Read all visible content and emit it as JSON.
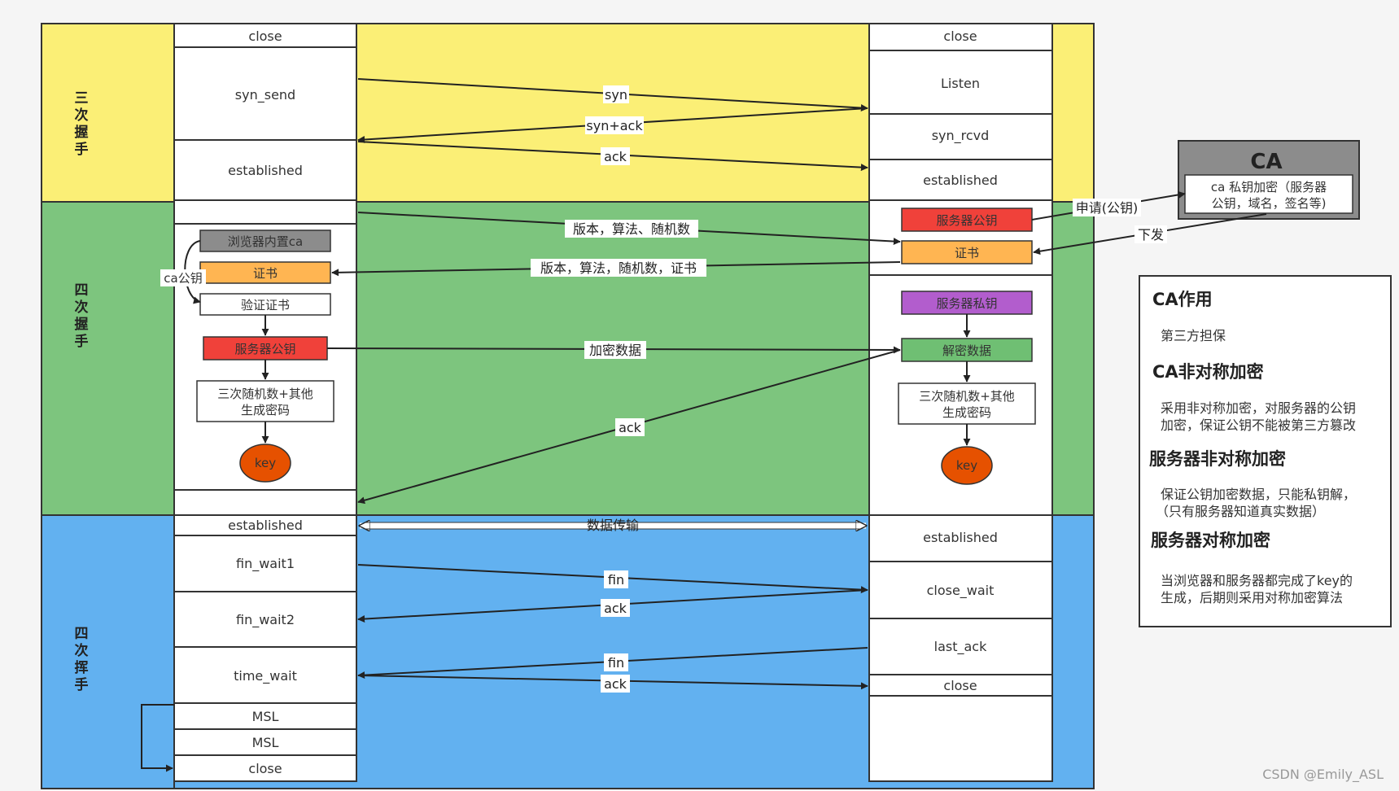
{
  "bands": {
    "handshake": "三次握手",
    "tls": "四次握手",
    "wave": "四次挥手"
  },
  "client_states": {
    "close_top": "close",
    "syn_send": "syn_send",
    "established_1": "established",
    "established_2": "established",
    "fin_wait1": "fin_wait1",
    "fin_wait2": "fin_wait2",
    "time_wait": "time_wait",
    "msl_1": "MSL",
    "msl_2": "MSL",
    "close_bottom": "close"
  },
  "server_states": {
    "close_top": "close",
    "listen": "Listen",
    "syn_rcvd": "syn_rcvd",
    "established_1": "established",
    "established_2": "established",
    "close_wait": "close_wait",
    "last_ack": "last_ack",
    "close_bottom": "close"
  },
  "client_tls": {
    "builtin_ca": "浏览器内置ca",
    "certificate": "证书",
    "ca_pubkey_label": "ca公钥",
    "verify": "验证证书",
    "server_pubkey": "服务器公钥",
    "gen_key_line1": "三次随机数+其他",
    "gen_key_line2": "生成密码",
    "key": "key"
  },
  "server_tls": {
    "server_pubkey": "服务器公钥",
    "certificate": "证书",
    "server_privkey": "服务器私钥",
    "decrypt": "解密数据",
    "gen_key_line1": "三次随机数+其他",
    "gen_key_line2": "生成密码",
    "key": "key"
  },
  "messages": {
    "syn": "syn",
    "syn_ack": "syn+ack",
    "ack1": "ack",
    "client_hello": "版本，算法、随机数",
    "server_hello": "版本，算法，随机数，证书",
    "encrypted": "加密数据",
    "ack2": "ack",
    "data_transfer": "数据传输",
    "fin1": "fin",
    "ack3": "ack",
    "fin2": "fin",
    "ack4": "ack"
  },
  "ca": {
    "title": "CA",
    "line1": "ca 私钥加密（服务器",
    "line2": "公钥，域名，签名等)",
    "apply": "申请(公钥)",
    "issue": "下发"
  },
  "notes": {
    "h1": "CA作用",
    "p1": "第三方担保",
    "h2": "CA非对称加密",
    "p2a": "采用非对称加密，对服务器的公钥",
    "p2b": "加密，保证公钥不能被第三方篡改",
    "h3": "服务器非对称加密",
    "p3a": "保证公钥加密数据，只能私钥解，",
    "p3b": "（只有服务器知道真实数据）",
    "h4": "服务器对称加密",
    "p4a": "当浏览器和服务器都完成了key的",
    "p4b": "生成，后期则采用对称加密算法"
  },
  "watermark": "CSDN @Emily_ASL",
  "colors": {
    "yellow_band": "#fbef76",
    "green_band": "#7dc57e",
    "blue_band": "#62b1f0",
    "red_box": "#f0413a",
    "orange_box": "#ffb552",
    "purple_box": "#b25dcd",
    "green_box": "#6fbf73",
    "gray_box": "#8c8c8c",
    "key_circle": "#e65100"
  }
}
